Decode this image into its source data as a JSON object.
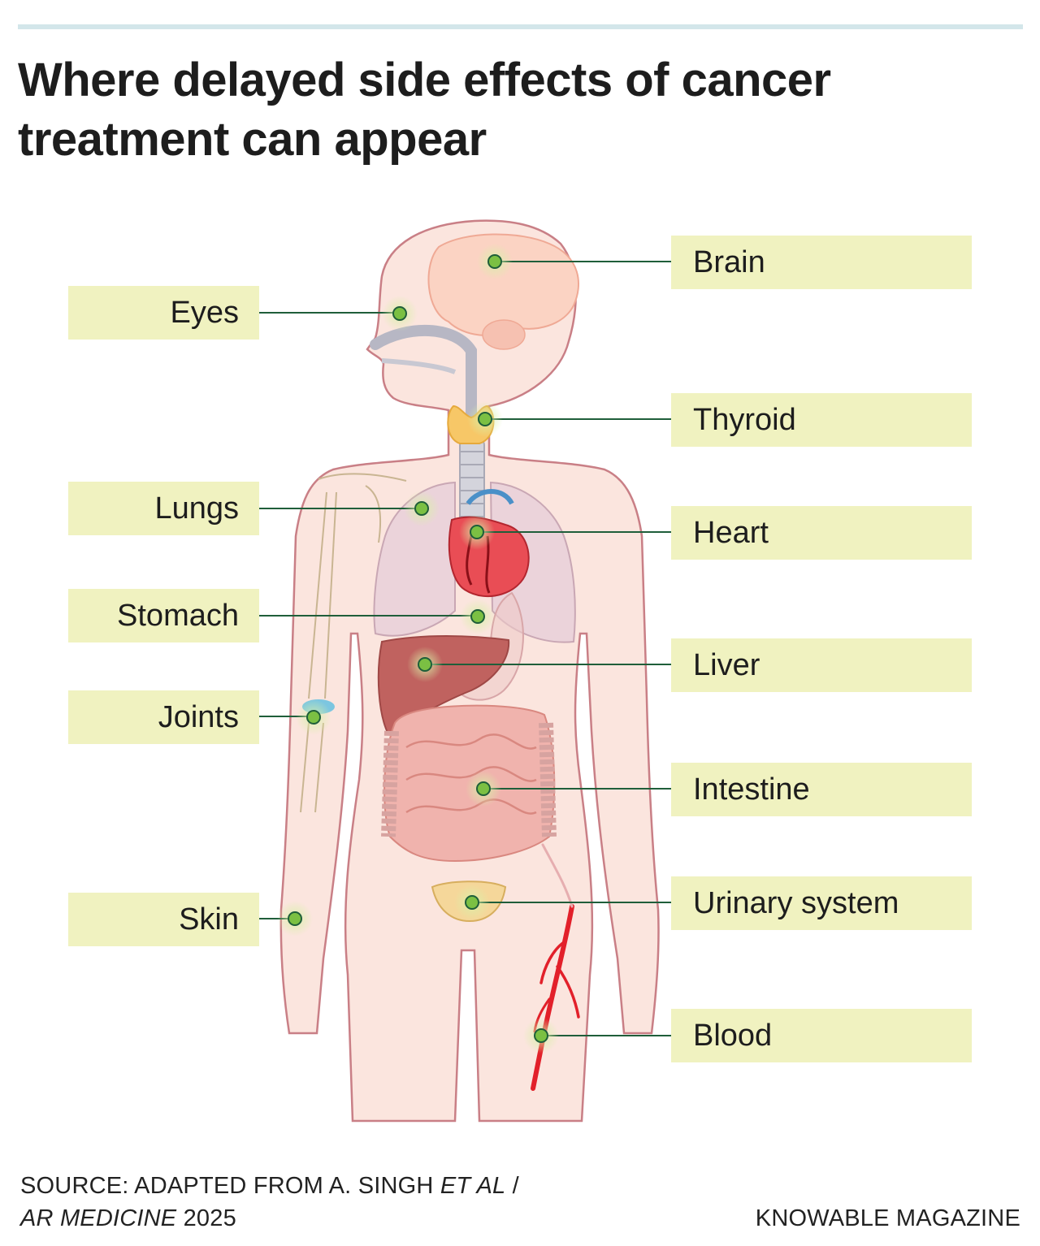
{
  "title": "Where delayed side effects of cancer treatment can appear",
  "colors": {
    "label_fill": "#f0f2c0",
    "leader_line": "#1f5e3a",
    "dot": "#7bc043",
    "top_rule": "#d3e6ea"
  },
  "labels": {
    "brain": "Brain",
    "eyes": "Eyes",
    "thyroid": "Thyroid",
    "lungs": "Lungs",
    "heart": "Heart",
    "stomach": "Stomach",
    "liver": "Liver",
    "joints": "Joints",
    "intestine": "Intestine",
    "urinary": "Urinary system",
    "skin": "Skin",
    "blood": "Blood"
  },
  "source": {
    "prefix": "SOURCE: ADAPTED FROM A. SINGH ",
    "et_al": "ET AL",
    "separator": " /",
    "journal": "AR MEDICINE",
    "year": " 2025"
  },
  "credit": "KNOWABLE MAGAZINE"
}
